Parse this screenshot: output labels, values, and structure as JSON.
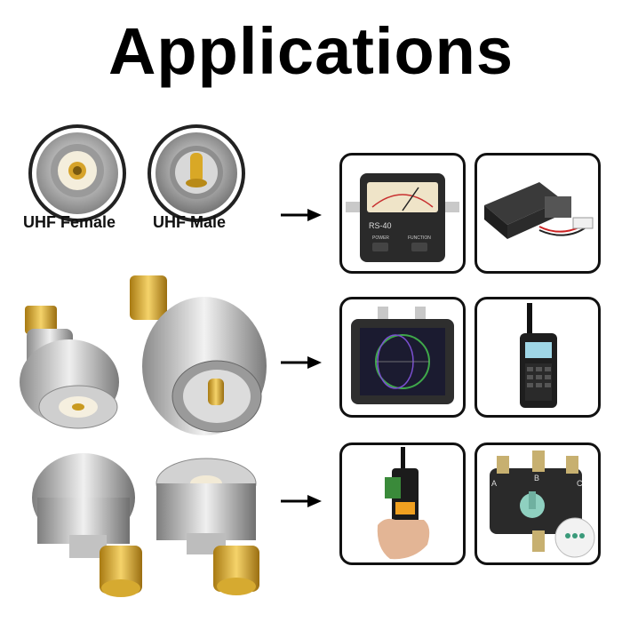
{
  "title": "Applications",
  "connectors": {
    "female_label": "UHF Female",
    "male_label": "UHF Male"
  },
  "devices": {
    "swr_meter": {
      "model": "RS-40",
      "label_power": "POWER",
      "label_function": "FUNCTION"
    },
    "switch_ports": [
      "A",
      "B",
      "C"
    ]
  },
  "colors": {
    "title": "#000000",
    "frame": "#111111",
    "gold": "#d4a020",
    "silver": "#b8b8b8"
  }
}
